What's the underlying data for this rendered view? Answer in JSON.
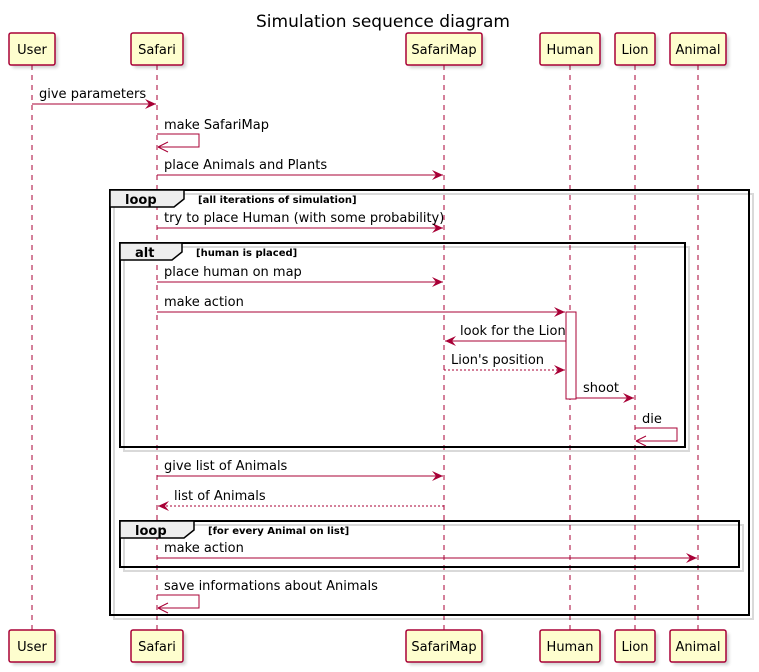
{
  "title": "Simulation sequence diagram",
  "participants": [
    {
      "id": "user",
      "label": "User"
    },
    {
      "id": "safari",
      "label": "Safari"
    },
    {
      "id": "safarimap",
      "label": "SafariMap"
    },
    {
      "id": "human",
      "label": "Human"
    },
    {
      "id": "lion",
      "label": "Lion"
    },
    {
      "id": "animal",
      "label": "Animal"
    }
  ],
  "messages": [
    {
      "from": "user",
      "to": "safari",
      "label": "give parameters",
      "style": "solid"
    },
    {
      "from": "safari",
      "to": "safari",
      "label": "make SafariMap",
      "style": "self"
    },
    {
      "from": "safari",
      "to": "safarimap",
      "label": "place Animals and Plants",
      "style": "solid"
    },
    {
      "from": "safari",
      "to": "safarimap",
      "label": "try to place Human (with some probability)",
      "style": "solid"
    },
    {
      "from": "safari",
      "to": "safarimap",
      "label": "place human on map",
      "style": "solid"
    },
    {
      "from": "safari",
      "to": "human",
      "label": "make action",
      "style": "solid"
    },
    {
      "from": "human",
      "to": "safarimap",
      "label": "look for the Lion",
      "style": "solid"
    },
    {
      "from": "safarimap",
      "to": "human",
      "label": "Lion's position",
      "style": "dashed"
    },
    {
      "from": "human",
      "to": "lion",
      "label": "shoot",
      "style": "solid"
    },
    {
      "from": "lion",
      "to": "lion",
      "label": "die",
      "style": "self"
    },
    {
      "from": "safari",
      "to": "safarimap",
      "label": "give list of Animals",
      "style": "solid"
    },
    {
      "from": "safarimap",
      "to": "safari",
      "label": "list of Animals",
      "style": "dashed"
    },
    {
      "from": "safari",
      "to": "animal",
      "label": "make action",
      "style": "solid"
    },
    {
      "from": "safari",
      "to": "safari",
      "label": "save informations about Animals",
      "style": "self"
    }
  ],
  "fragments": [
    {
      "keyword": "loop",
      "condition": "[all iterations of simulation]"
    },
    {
      "keyword": "alt",
      "condition": "[human is placed]"
    },
    {
      "keyword": "loop",
      "condition": "[for every Animal on list]"
    }
  ],
  "colors": {
    "participant_fill": "#FEFECE",
    "participant_border": "#A80036",
    "arrow": "#A80036",
    "fragment_tab": "#EEEEEE"
  }
}
